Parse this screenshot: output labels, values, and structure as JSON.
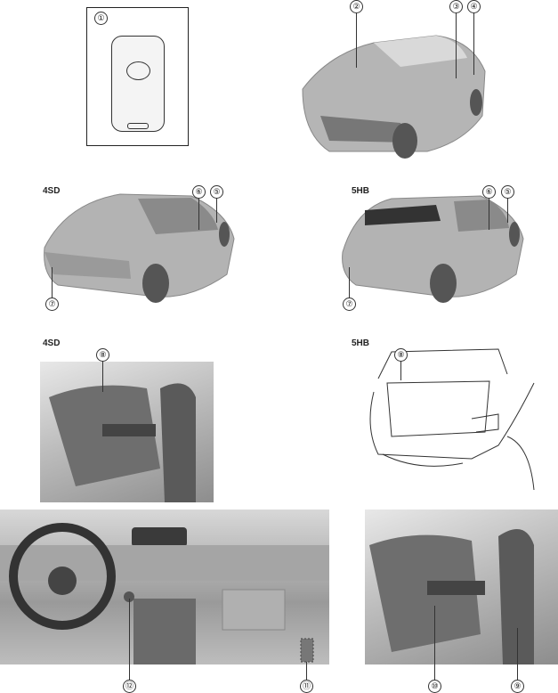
{
  "callouts": [
    "①",
    "②",
    "③",
    "④",
    "⑤",
    "⑥",
    "⑦",
    "⑧",
    "⑨",
    "⑩",
    "⑪",
    "⑫"
  ],
  "panels": {
    "key": {
      "callout": "①"
    },
    "front_car": {
      "callouts": [
        "②",
        "③",
        "④"
      ]
    },
    "rear_4sd": {
      "label": "4SD",
      "callouts": [
        "⑥",
        "⑤",
        "⑦"
      ]
    },
    "rear_5hb": {
      "label": "5HB",
      "callouts": [
        "⑥",
        "⑤",
        "⑦"
      ]
    },
    "interior_4sd": {
      "label": "4SD",
      "callouts": [
        "⑧"
      ]
    },
    "trunk_5hb": {
      "label": "5HB",
      "callouts": [
        "⑧"
      ]
    },
    "dashboard": {
      "callouts": [
        "⑫",
        "⑪"
      ]
    },
    "rear_seat": {
      "callouts": [
        "⑩",
        "⑨"
      ]
    }
  }
}
